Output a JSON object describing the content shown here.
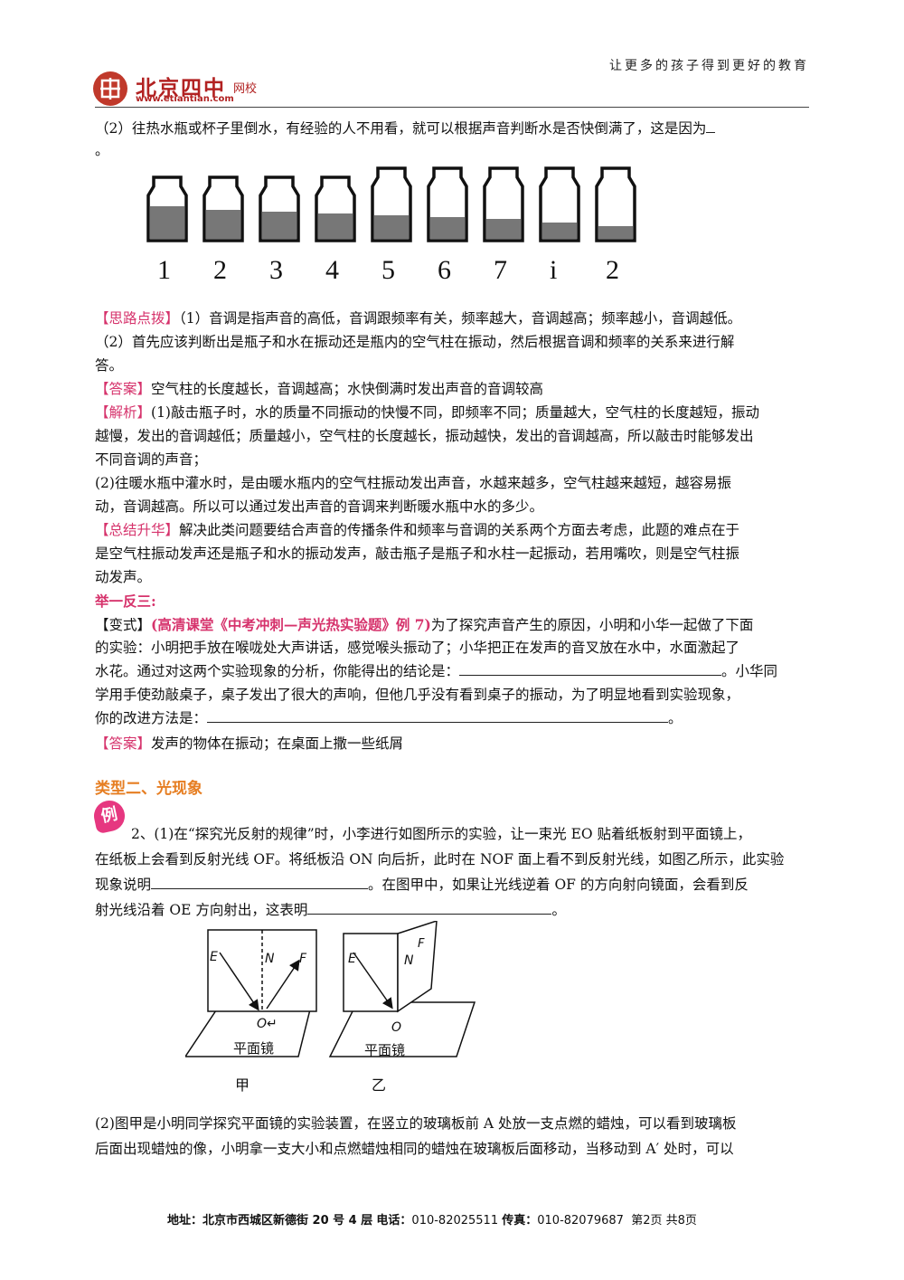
{
  "header": {
    "slogan": "让更多的孩子得到更好的教育",
    "logo_name": "北京四中",
    "logo_sub": "网校",
    "logo_url": "www.etiantian.com"
  },
  "question2_line": "（2）往热水瓶或杯子里倒水，有经验的人不用看，就可以根据声音判断水是否快倒满了，这是因为",
  "question2_end": "。",
  "bottle_labels": [
    "1",
    "2",
    "3",
    "4",
    "5",
    "6",
    "7",
    "i",
    "2"
  ],
  "hint": {
    "label": "【思路点拨】",
    "line1": "（1）音调是指声音的高低，音调跟频率有关，频率越大，音调越高；频率越小，音调越低。",
    "line2": "（2）首先应该判断出是瓶子和水在振动还是瓶内的空气柱在振动，然后根据音调和频率的关系来进行解",
    "line3": "答。"
  },
  "answer1": {
    "label": "【答案】",
    "text": "空气柱的长度越长，音调越高；水快倒满时发出声音的音调较高"
  },
  "analysis": {
    "label": "【解析】",
    "line1": "(1)敲击瓶子时，水的质量不同振动的快慢不同，即频率不同；质量越大，空气柱的长度越短，振动",
    "line2": "越慢，发出的音调越低；质量越小，空气柱的长度越长，振动越快，发出的音调越高，所以敲击时能够发出",
    "line3": "不同音调的声音；",
    "line4": "(2)往暖水瓶中灌水时，是由暖水瓶内的空气柱振动发出声音，水越来越多，空气柱越来越短，越容易振",
    "line5": "动，音调越高。所以可以通过发出声音的音调来判断暖水瓶中水的多少。"
  },
  "summary": {
    "label": "【总结升华】",
    "line1": "解决此类问题要结合声音的传播条件和频率与音调的关系两个方面去考虑，此题的难点在于",
    "line2": "是空气柱振动发声还是瓶子和水的振动发声，敲击瓶子是瓶子和水柱一起振动，若用嘴吹，则是空气柱振",
    "line3": "动发声。"
  },
  "practice_title": "举一反三:",
  "variant": {
    "label": "【变式】",
    "source": "(高清课堂《中考冲刺—声光热实验题》例 7)",
    "line1": "为了探究声音产生的原因，小明和小华一起做了下面",
    "line2": "的实验：小明把手放在喉咙处大声讲话，感觉喉头振动了；小华把正在发声的音叉放在水中，水面激起了",
    "line3a": "水花。通过对这两个实验现象的分析，你能得出的结论是：",
    "line3b": "。小华同",
    "line4": "学用手使劲敲桌子，桌子发出了很大的声响，但他几乎没有看到桌子的振动，为了明显地看到实验现象，",
    "line5a": "你的改进方法是：",
    "line5b": "。"
  },
  "answer2": {
    "label": "【答案】",
    "text": "发声的物体在振动；在桌面上撒一些纸屑"
  },
  "type2_title": "类型二、光现象",
  "badge": "例",
  "q2": {
    "line1": "2、(1)在“探究光反射的规律”时，小李进行如图所示的实验，让一束光 EO 贴着纸板射到平面镜上，",
    "line2": "在纸板上会看到反射光线 OF。将纸板沿 ON 向后折，此时在 NOF 面上看不到反射光线，如图乙所示，此实验",
    "line3a": "现象说明",
    "line3b": "。在图甲中，如果让光线逆着 OF 的方向射向镜面，会看到反",
    "line4a": "射光线沿着 OE 方向射出，这表明",
    "line4b": "。"
  },
  "figure": {
    "left": {
      "E": "E",
      "N": "N",
      "F": "F",
      "O": "O↵",
      "mirror": "平面镜",
      "caption": "甲"
    },
    "right": {
      "E": "E",
      "N": "N",
      "F": "F",
      "O": "O",
      "mirror": "平面镜",
      "caption": "乙"
    }
  },
  "q2_2": {
    "line1": "(2)图甲是小明同学探究平面镜的实验装置，在竖立的玻璃板前 A 处放一支点燃的蜡烛，可以看到玻璃板",
    "line2": "后面出现蜡烛的像，小明拿一支大小和点燃蜡烛相同的蜡烛在玻璃板后面移动，当移动到 A′ 处时，可以"
  },
  "footer": {
    "address_label": "地址：",
    "address": "北京市西城区新德街 20 号 4 层",
    "phone_label": "电话：",
    "phone": "010-82025511",
    "fax_label": "传真：",
    "fax": "010-82079687",
    "page": "第2页  共8页"
  }
}
